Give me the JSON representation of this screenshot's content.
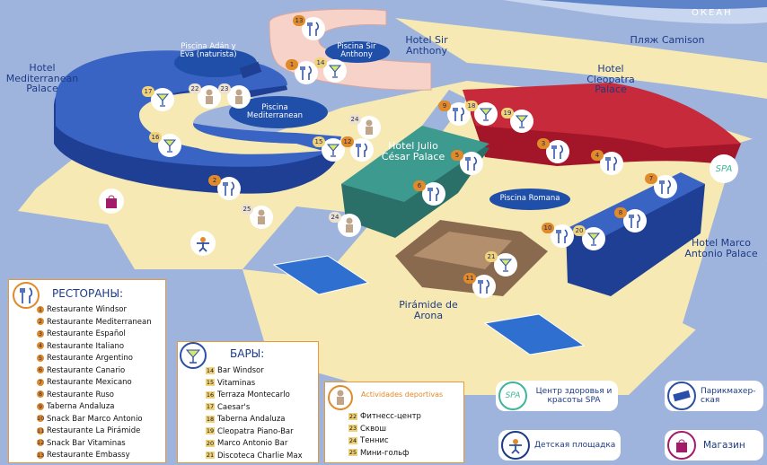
{
  "labels": {
    "ocean": "ОКЕАН",
    "beach": "Пляж Camison",
    "hotel_mediterranean": "Hotel Mediterranean Palace",
    "hotel_sir_anthony": "Hotel Sir Anthony",
    "hotel_cleopatra": "Hotel Cleopatra Palace",
    "hotel_julio_cesar": "Hotel Julio César Palace",
    "hotel_marco_antonio": "Hotel Marco Antonio Palace",
    "piramide": "Pirámide de Arona",
    "pool_adan_eva": "Piscina Adán y Eva (naturista)",
    "pool_sir_anthony": "Piscina Sir Anthony",
    "pool_mediterranean": "Piscina Mediterranean",
    "pool_romana": "Piscina Romana",
    "spa_badge": "SPA"
  },
  "markers": [
    {
      "n": "13",
      "type": "restaurant"
    },
    {
      "n": "1",
      "type": "restaurant"
    },
    {
      "n": "14",
      "type": "bar"
    },
    {
      "n": "17",
      "type": "bar"
    },
    {
      "n": "22",
      "type": "sport"
    },
    {
      "n": "23",
      "type": "sport"
    },
    {
      "n": "16",
      "type": "bar"
    },
    {
      "n": "2",
      "type": "restaurant"
    },
    {
      "n": "25",
      "type": "sport"
    },
    {
      "n": "24",
      "type": "sport"
    },
    {
      "n": "15",
      "type": "bar"
    },
    {
      "n": "12",
      "type": "restaurant"
    },
    {
      "n": "24",
      "type": "sport"
    },
    {
      "n": "9",
      "type": "restaurant"
    },
    {
      "n": "18",
      "type": "bar"
    },
    {
      "n": "19",
      "type": "bar"
    },
    {
      "n": "3",
      "type": "restaurant"
    },
    {
      "n": "5",
      "type": "restaurant"
    },
    {
      "n": "6",
      "type": "restaurant"
    },
    {
      "n": "4",
      "type": "restaurant"
    },
    {
      "n": "7",
      "type": "restaurant"
    },
    {
      "n": "8",
      "type": "restaurant"
    },
    {
      "n": "10",
      "type": "restaurant"
    },
    {
      "n": "20",
      "type": "bar"
    },
    {
      "n": "21",
      "type": "bar"
    },
    {
      "n": "11",
      "type": "restaurant"
    }
  ],
  "legend": {
    "restaurants": {
      "title": "РЕСТОРАНЫ:",
      "items": [
        {
          "n": "1",
          "name": "Restaurante Windsor"
        },
        {
          "n": "2",
          "name": "Restaurante  Mediterranean"
        },
        {
          "n": "3",
          "name": "Restaurante Español"
        },
        {
          "n": "4",
          "name": "Restaurante Italiano"
        },
        {
          "n": "5",
          "name": "Restaurante Argentino"
        },
        {
          "n": "6",
          "name": "Restaurante Canario"
        },
        {
          "n": "7",
          "name": "Restaurante Mexicano"
        },
        {
          "n": "8",
          "name": "Restaurante Ruso"
        },
        {
          "n": "9",
          "name": "Taberna Andaluza"
        },
        {
          "n": "10",
          "name": "Snack Bar Marco Antonio"
        },
        {
          "n": "11",
          "name": "Restaurante La Pirámide"
        },
        {
          "n": "12",
          "name": "Snack Bar Vitaminas"
        },
        {
          "n": "13",
          "name": "Restaurante Embassy"
        }
      ]
    },
    "bars": {
      "title": "БАРЫ:",
      "items": [
        {
          "n": "14",
          "name": "Bar Windsor"
        },
        {
          "n": "15",
          "name": "Vitaminas"
        },
        {
          "n": "16",
          "name": "Terraza Montecarlo"
        },
        {
          "n": "17",
          "name": "Caesar's"
        },
        {
          "n": "18",
          "name": "Taberna Andaluza"
        },
        {
          "n": "19",
          "name": "Cleopatra Piano-Bar"
        },
        {
          "n": "20",
          "name": "Marco Antonio Bar"
        },
        {
          "n": "21",
          "name": "Discoteca Charlie Max"
        }
      ]
    },
    "sports": {
      "title": "Actividades deportivas",
      "items": [
        {
          "n": "22",
          "name": "Фитнесс-центр"
        },
        {
          "n": "23",
          "name": "Сквош"
        },
        {
          "n": "24",
          "name": "Теннис"
        },
        {
          "n": "25",
          "name": "Мини-гольф"
        }
      ]
    },
    "spa": {
      "badge": "SPA",
      "text": "Центр здоровья и красоты SPA"
    },
    "hairdresser": {
      "text": "Парикмахер-ская"
    },
    "kids": {
      "text": "Детская площадка"
    },
    "shop": {
      "text": "Магазин"
    }
  },
  "colors": {
    "ocean": "#9fb4dc",
    "sand": "#f6e9b3",
    "blue_building": "#2a4fa8",
    "red_building": "#b0182a",
    "pink_building": "#f6d2c8",
    "teal_building": "#2f7d76",
    "brown_building": "#8a6a4e",
    "marker_orange": "#e08a2a",
    "legend_border": "#e79a3a"
  }
}
